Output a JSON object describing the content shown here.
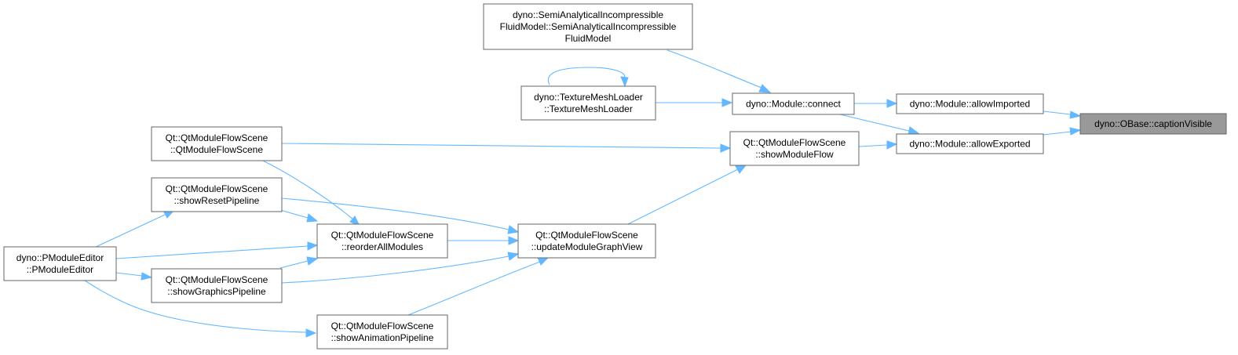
{
  "colors": {
    "edge": "#63b8ff",
    "node_border": "#666666",
    "node_fill": "#ffffff",
    "highlight_fill": "#999999"
  },
  "nodes": {
    "caption_visible": {
      "lines": [
        "dyno::OBase::captionVisible"
      ]
    },
    "allow_imported": {
      "lines": [
        "dyno::Module::allowImported"
      ]
    },
    "allow_exported": {
      "lines": [
        "dyno::Module::allowExported"
      ]
    },
    "module_connect": {
      "lines": [
        "dyno::Module::connect"
      ]
    },
    "semi_analytical": {
      "lines": [
        "dyno::SemiAnalyticalIncompressible",
        "FluidModel::SemiAnalyticalIncompressible",
        "FluidModel"
      ]
    },
    "texture_mesh_loader": {
      "lines": [
        "dyno::TextureMeshLoader",
        "::TextureMeshLoader"
      ]
    },
    "show_module_flow": {
      "lines": [
        "Qt::QtModuleFlowScene",
        "::showModuleFlow"
      ]
    },
    "qt_module_flow_scene": {
      "lines": [
        "Qt::QtModuleFlowScene",
        "::QtModuleFlowScene"
      ]
    },
    "update_module_graph_view": {
      "lines": [
        "Qt::QtModuleFlowScene",
        "::updateModuleGraphView"
      ]
    },
    "show_reset_pipeline": {
      "lines": [
        "Qt::QtModuleFlowScene",
        "::showResetPipeline"
      ]
    },
    "reorder_all_modules": {
      "lines": [
        "Qt::QtModuleFlowScene",
        "::reorderAllModules"
      ]
    },
    "pmodule_editor": {
      "lines": [
        "dyno::PModuleEditor",
        "::PModuleEditor"
      ]
    },
    "show_graphics_pipeline": {
      "lines": [
        "Qt::QtModuleFlowScene",
        "::showGraphicsPipeline"
      ]
    },
    "show_animation_pipeline": {
      "lines": [
        "Qt::QtModuleFlowScene",
        "::showAnimationPipeline"
      ]
    }
  }
}
